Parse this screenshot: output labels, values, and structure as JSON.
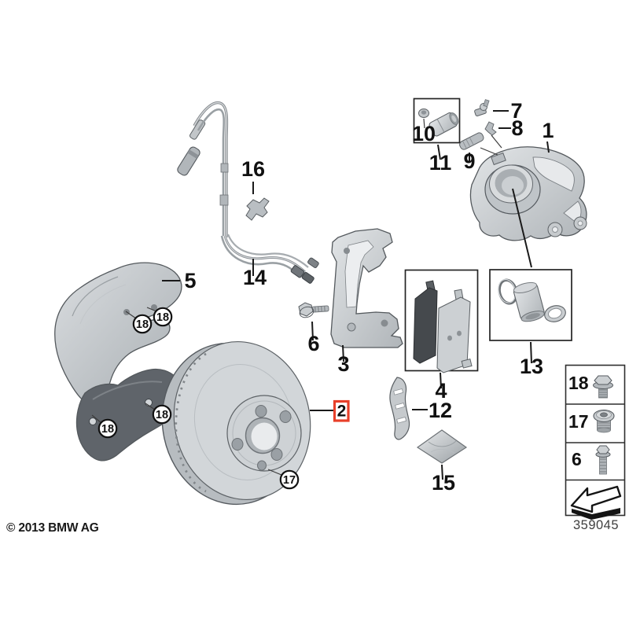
{
  "diagram": {
    "copyright": "© 2013 BMW AG",
    "drawing_number": "359045",
    "highlight_color": "#e8402a",
    "selected_callout": "2",
    "callouts": {
      "n1": "1",
      "n2": "2",
      "n3": "3",
      "n4": "4",
      "n5": "5",
      "n6": "6",
      "n7": "7",
      "n8": "8",
      "n9": "9",
      "n10": "10",
      "n11": "11",
      "n12": "12",
      "n13": "13",
      "n14": "14",
      "n15": "15",
      "n16": "16",
      "n17": "17",
      "n18": "18"
    },
    "legend": {
      "rows": [
        {
          "label": "18",
          "icon": "hex-flange-bolt-icon"
        },
        {
          "label": "17",
          "icon": "countersunk-socket-screw-icon"
        },
        {
          "label": "6",
          "icon": "hex-flange-bolt-long-icon"
        }
      ],
      "arrow_icon": "direction-arrow-icon"
    }
  }
}
